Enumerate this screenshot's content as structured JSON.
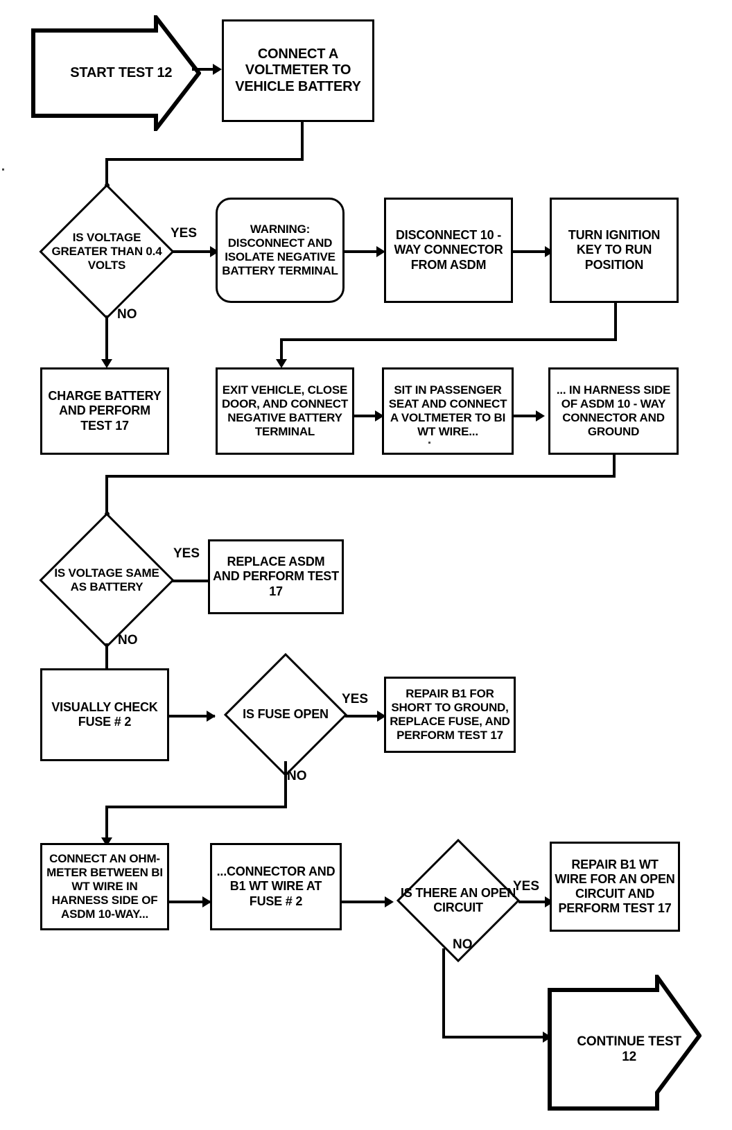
{
  "diagram": {
    "title": "Test 12 Diagnostic Flowchart",
    "stroke_color": "#000000",
    "background_color": "#ffffff"
  },
  "nodes": {
    "start_test": {
      "label": "START TEST 12",
      "shape": "terminator"
    },
    "connect_voltmeter": {
      "label": "CONNECT A VOLTMETER TO VEHICLE BATTERY",
      "shape": "process"
    },
    "voltage_gt_decision": {
      "label": "IS  VOLTAGE GREATER THAN 0.4 VOLTS",
      "shape": "decision"
    },
    "warning_disconnect": {
      "label": "WARNING: DISCONNECT AND ISOLATE NEGATIVE BATTERY TERMINAL",
      "shape": "process-rounded"
    },
    "disconnect_connector": {
      "label": "DISCONNECT 10 - WAY CONNECTOR FROM ASDM",
      "shape": "process"
    },
    "turn_ignition": {
      "label": "TURN IGNITION KEY TO RUN POSITION",
      "shape": "process"
    },
    "charge_battery": {
      "label": "CHARGE BATTERY AND PERFORM TEST 17",
      "shape": "process"
    },
    "exit_vehicle": {
      "label": "EXIT VEHICLE, CLOSE DOOR, AND CONNECT NEGATIVE BATTERY TERMINAL",
      "shape": "process"
    },
    "sit_passenger": {
      "label": "SIT IN PASSENGER SEAT AND CONNECT A VOLTMETER TO BI WT WIRE...",
      "shape": "process"
    },
    "in_harness": {
      "label": "... IN HARNESS SIDE OF ASDM 10 - WAY CONNECTOR AND GROUND",
      "shape": "process"
    },
    "voltage_same_decision": {
      "label": "IS VOLTAGE SAME AS BATTERY",
      "shape": "decision"
    },
    "replace_asdm": {
      "label": "REPLACE ASDM AND PERFORM TEST 17",
      "shape": "process"
    },
    "visually_check_fuse": {
      "label": "VISUALLY CHECK FUSE # 2",
      "shape": "process"
    },
    "fuse_open_decision": {
      "label": "IS FUSE OPEN",
      "shape": "decision"
    },
    "repair_b1_short": {
      "label": "REPAIR B1 FOR SHORT TO GROUND, REPLACE FUSE, AND PERFORM TEST 17",
      "shape": "process"
    },
    "connect_ohmmeter": {
      "label": "CONNECT AN OHM- METER BETWEEN BI WT WIRE IN HARNESS SIDE OF ASDM 10-WAY...",
      "shape": "process"
    },
    "connector_b1_fuse": {
      "label": "...CONNECTOR AND B1 WT WIRE AT FUSE # 2",
      "shape": "process"
    },
    "open_circuit_decision": {
      "label": "IS THERE AN OPEN CIRCUIT",
      "shape": "decision"
    },
    "repair_b1_open": {
      "label": "REPAIR B1 WT WIRE FOR AN OPEN CIRCUIT AND PERFORM TEST 17",
      "shape": "process"
    },
    "continue_test": {
      "label": "CONTINUE TEST 12",
      "shape": "terminator"
    }
  },
  "edge_labels": {
    "voltage_gt_yes": "YES",
    "voltage_gt_no": "NO",
    "voltage_same_yes": "YES",
    "voltage_same_no": "NO",
    "fuse_open_yes": "YES",
    "fuse_open_no": "NO",
    "open_circuit_yes": "YES",
    "open_circuit_no": "NO"
  }
}
